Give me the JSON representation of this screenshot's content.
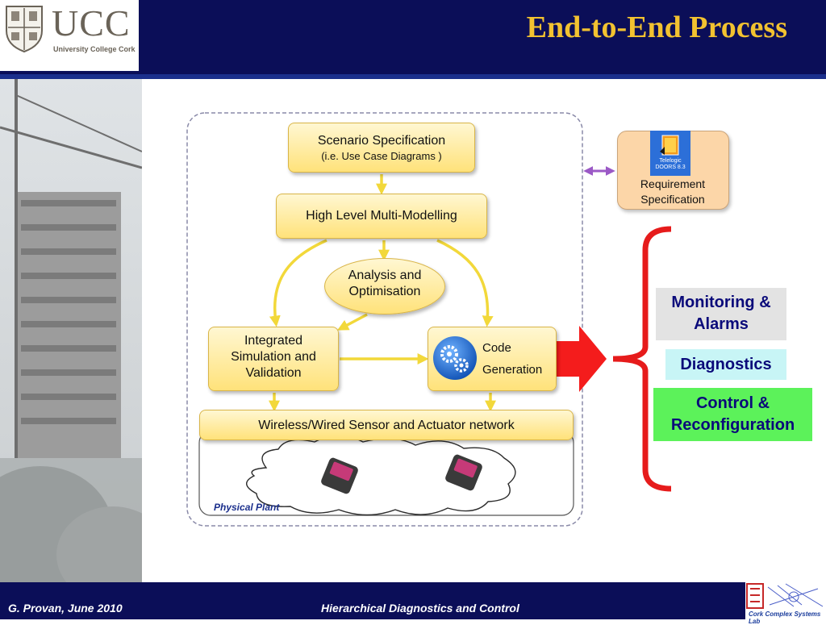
{
  "header": {
    "title": "End-to-End Process",
    "logo_text": "UCC",
    "logo_subtitle": "University College Cork"
  },
  "diagram": {
    "scenario_title": "Scenario Specification",
    "scenario_sub": "(i.e. Use Case Diagrams )",
    "high_level": "High Level Multi-Modelling",
    "analysis_line1": "Analysis and",
    "analysis_line2": "Optimisation",
    "integrated_line1": "Integrated",
    "integrated_line2": "Simulation and",
    "integrated_line3": "Validation",
    "code_line1": "Code",
    "code_line2": "Generation",
    "network": "Wireless/Wired Sensor and Actuator network",
    "physical_plant": "Physical Plant"
  },
  "requirement": {
    "tool_label_line1": "Telelogic",
    "tool_label_line2": "DOORS 8.3",
    "label_line1": "Requirement",
    "label_line2": "Specification"
  },
  "capabilities": {
    "monitoring_line1": "Monitoring &",
    "monitoring_line2": "Alarms",
    "diagnostics": "Diagnostics",
    "control_line1": "Control &",
    "control_line2": "Reconfiguration"
  },
  "footer": {
    "author": "G. Provan, June 2010",
    "title": "Hierarchical Diagnostics and Control",
    "lab_logo_text": "Cork Complex Systems Lab"
  },
  "colors": {
    "header_bg": "#0b0e58",
    "title": "#f2c230",
    "box_fill": "#ffe27a",
    "arrow_yellow": "#f2d83a",
    "bracket_red": "#e61b1b",
    "monitoring_bg": "#e3e3e3",
    "diagnostics_bg": "#c8f5f6",
    "control_bg": "#5cf25a"
  },
  "icons": [
    "crest-icon",
    "gears-icon",
    "doors-icon",
    "phone-icon",
    "lab-logo-icon"
  ]
}
